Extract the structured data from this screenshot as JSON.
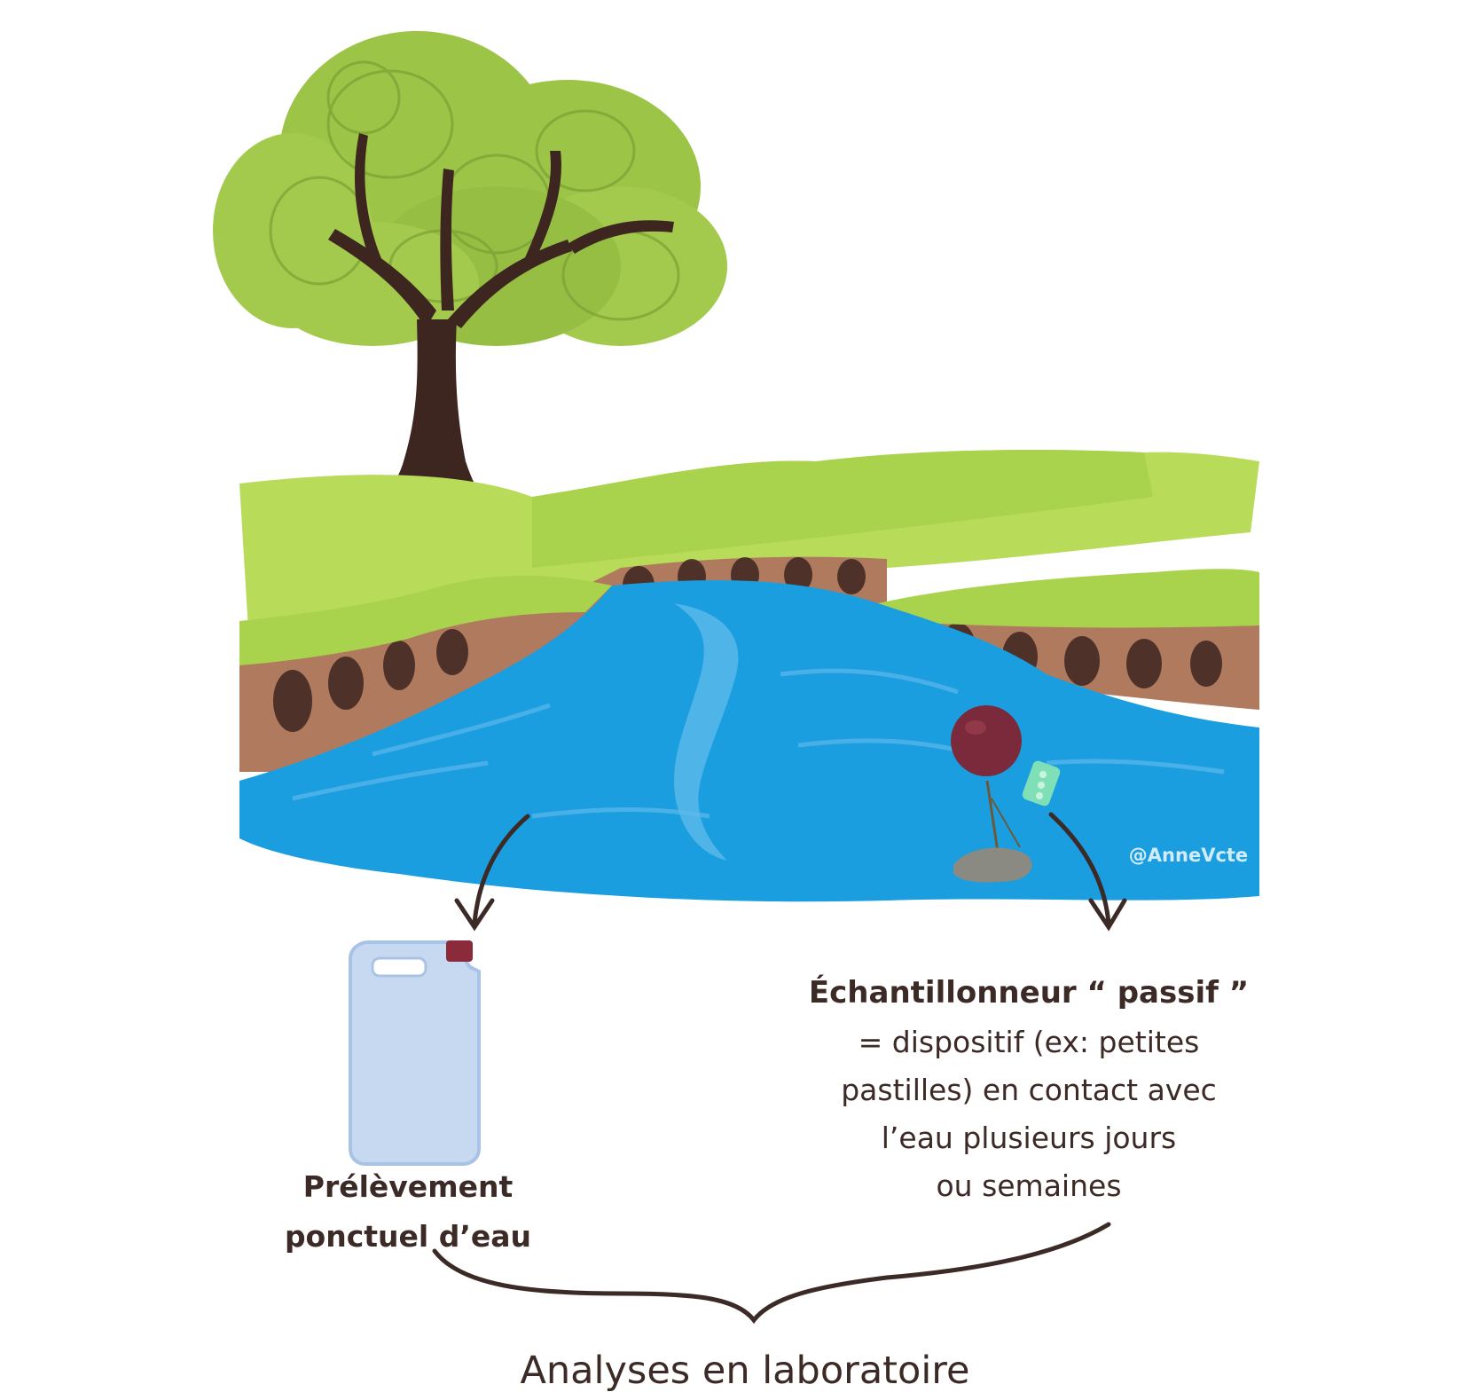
{
  "labels": {
    "left_line1": "Prélèvement",
    "left_line2": "ponctuel d’eau",
    "right_title": "Échantillonneur “ passif ”",
    "right_line1": "= dispositif (ex: petites",
    "right_line2": "pastilles) en contact avec",
    "right_line3": "l’eau plusieurs jours",
    "right_line4": "ou semaines",
    "bottom": "Analyses en laboratoire"
  },
  "credit": "@AnneVcte",
  "colors": {
    "foliage": "#8dbb3e",
    "foliage_light": "#a8cc52",
    "trunk": "#3d2620",
    "grass": "#a6d24a",
    "soil": "#b07a5e",
    "water": "#1b9ee0",
    "water_light": "#5cb9ea",
    "buoy": "#7a2a3a",
    "canister": "#c6d9f1",
    "cap": "#8a2a3a",
    "text": "#3b2a26"
  }
}
